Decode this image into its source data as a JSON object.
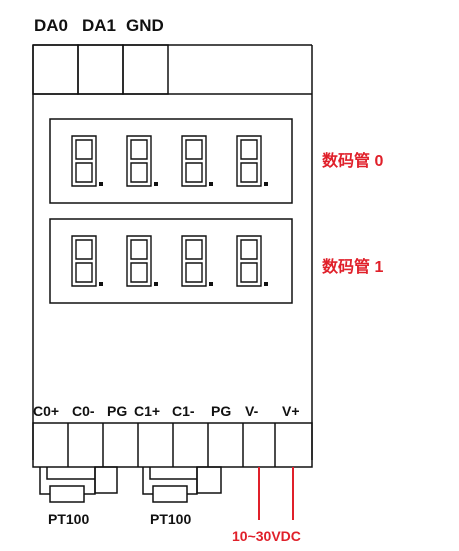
{
  "top_labels": [
    "DA0",
    "DA1",
    "GND"
  ],
  "displays": [
    {
      "digits": [
        "8.",
        "8.",
        "8.",
        "8."
      ],
      "label": "数码管 0"
    },
    {
      "digits": [
        "8.",
        "8.",
        "8.",
        "8."
      ],
      "label": "数码管 1"
    }
  ],
  "bottom_labels": [
    "C0+",
    "C0-",
    "PG",
    "C1+",
    "C1-",
    "PG",
    "V-",
    "V+"
  ],
  "pt100_labels": [
    "PT100",
    "PT100"
  ],
  "power_label": "10~30VDC",
  "colors": {
    "line": "#111111",
    "accent": "#e0202a",
    "background": "#ffffff"
  }
}
